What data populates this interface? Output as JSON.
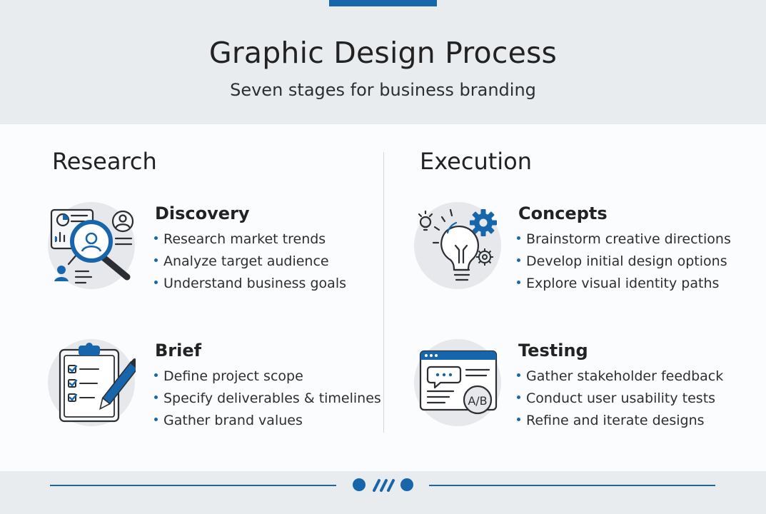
{
  "header": {
    "title": "Graphic Design Process",
    "subtitle": "Seven stages for business branding"
  },
  "columns": [
    {
      "heading": "Research",
      "stages": [
        {
          "title": "Discovery",
          "icon": "magnifier-user-analytics-icon",
          "bullets": [
            "Research market trends",
            "Analyze target audience",
            "Understand business goals"
          ]
        },
        {
          "title": "Brief",
          "icon": "clipboard-checklist-pen-icon",
          "bullets": [
            "Define project scope",
            "Specify deliverables & timelines",
            "Gather brand values"
          ]
        }
      ]
    },
    {
      "heading": "Execution",
      "stages": [
        {
          "title": "Concepts",
          "icon": "lightbulb-gears-icon",
          "bullets": [
            "Brainstorm creative directions",
            "Develop initial design options",
            "Explore visual identity paths"
          ]
        },
        {
          "title": "Testing",
          "icon": "browser-ab-test-icon",
          "bullets": [
            "Gather stakeholder feedback",
            "Conduct user usability tests",
            "Refine and iterate designs"
          ]
        }
      ]
    }
  ],
  "colors": {
    "accent": "#1766ab",
    "header_bg": "#e9ecef",
    "icon_circle": "#e6e8eb"
  }
}
